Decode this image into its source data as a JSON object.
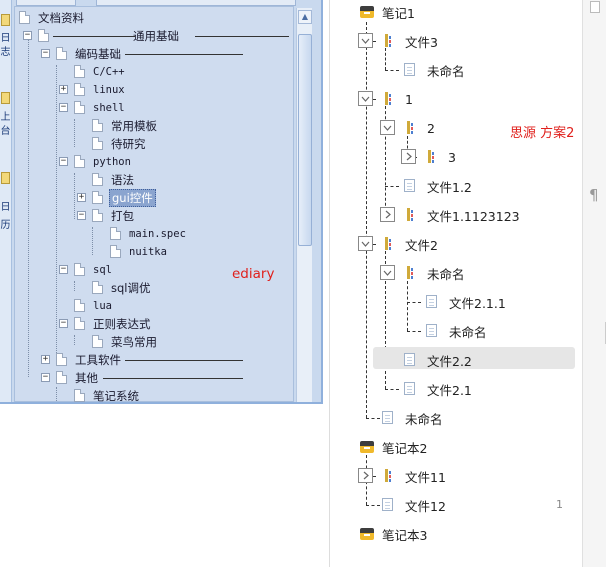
{
  "left": {
    "toolbar": [
      "日",
      "志",
      "上",
      "台",
      "日",
      "历"
    ],
    "section_label": "通用基础",
    "items": {
      "root": "文档资料",
      "code_basics": "编码基础",
      "c_cpp": "C/C++",
      "linux": "linux",
      "shell": "shell",
      "common_templates": "常用模板",
      "to_research": "待研究",
      "python": "python",
      "syntax": "语法",
      "gui_controls": "gui控件",
      "packaging": "打包",
      "main_spec": "main.spec",
      "nuitka": "nuitka",
      "sql": "sql",
      "sql_tuning": "sql调优",
      "lua": "lua",
      "regex": "正则表达式",
      "runoob": "菜鸟常用",
      "tools": "工具软件",
      "other": "其他",
      "notes_system": "笔记系统"
    },
    "app_label": "ediary"
  },
  "right": {
    "items": {
      "notebook1": "笔记1",
      "file3": "文件3",
      "untitled_a": "未命名",
      "n1": "1",
      "n2": "2",
      "n3": "3",
      "file1_2": "文件1.2",
      "file1_1123123": "文件1.1123123",
      "file2": "文件2",
      "untitled_b": "未命名",
      "file2_1_1": "文件2.1.1",
      "untitled_c": "未命名",
      "file2_2": "文件2.2",
      "file2_1": "文件2.1",
      "untitled_d": "未命名",
      "notebook2": "笔记本2",
      "file11": "文件11",
      "file12": "文件12",
      "notebook3": "笔记本3"
    },
    "app_label": "思源 方案2",
    "pilcrow": "¶",
    "count": "1"
  }
}
